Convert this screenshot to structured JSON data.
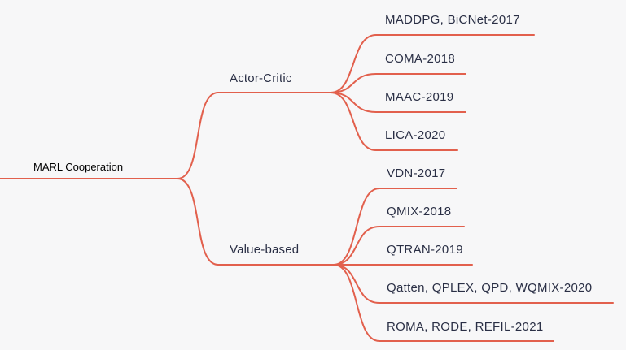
{
  "colors": {
    "background": "#f7f7f8",
    "line": "#e2604d",
    "text": "#2a2f45",
    "root_text": "#000000"
  },
  "root": {
    "label": "MARL Cooperation"
  },
  "branches": [
    {
      "label": "Actor-Critic",
      "leaves": [
        {
          "label": "MADDPG, BiCNet-2017"
        },
        {
          "label": "COMA-2018"
        },
        {
          "label": "MAAC-2019"
        },
        {
          "label": "LICA-2020"
        }
      ]
    },
    {
      "label": "Value-based",
      "leaves": [
        {
          "label": "VDN-2017"
        },
        {
          "label": "QMIX-2018"
        },
        {
          "label": "QTRAN-2019"
        },
        {
          "label": "Qatten, QPLEX, QPD, WQMIX-2020"
        },
        {
          "label": "ROMA, RODE, REFIL-2021"
        }
      ]
    }
  ]
}
